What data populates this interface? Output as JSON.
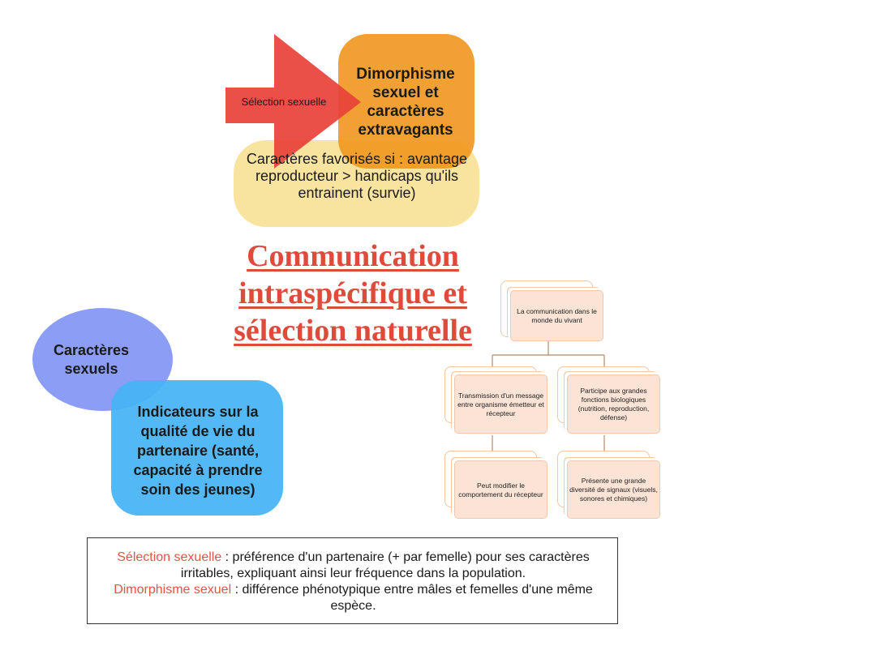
{
  "top_cluster": {
    "arrow_label": "Sélection sexuelle",
    "orange_box_text": "Dimorphisme sexuel et caractères extravagants",
    "yellow_box_text": "Caractères favorisés si :  avantage reproducteur > handicaps qu'ils entrainent (survie)"
  },
  "title": "Communication intraspécifique et sélection naturelle",
  "venn": {
    "ellipse_text": "Caractères sexuels",
    "box_text": "Indicateurs sur la qualité de vie du partenaire (santé, capacité à prendre soin des jeunes)"
  },
  "org_chart": {
    "root": "La communication dans le monde du vivant",
    "left_1": "Transmission d'un message entre organisme émetteur et récepteur",
    "right_1": "Participe aux grandes fonctions biologiques (nutrition, reproduction, défense)",
    "left_2": "Peut modifier le comportement du récepteur",
    "right_2": "Présente une grande diversité de signaux (visuels, sonores et chimiques)"
  },
  "definitions": {
    "term_1": "Sélection sexuelle",
    "def_1": " : préférence d'un partenaire (+ par femelle) pour ses caractères irritables, expliquant ainsi leur fréquence dans la population.",
    "term_2": "Dimorphisme sexuel",
    "def_2": " : différence phénotypique entre mâles et femelles d'une même espèce."
  },
  "colors": {
    "arrow": "#e8433a",
    "orange": "#f0961e",
    "yellow": "#f6d464",
    "title": "#e04a3a",
    "blue": "#788cf5",
    "cyan": "#46b4f5",
    "node": "#fbe3d6",
    "term": "#e05545"
  }
}
